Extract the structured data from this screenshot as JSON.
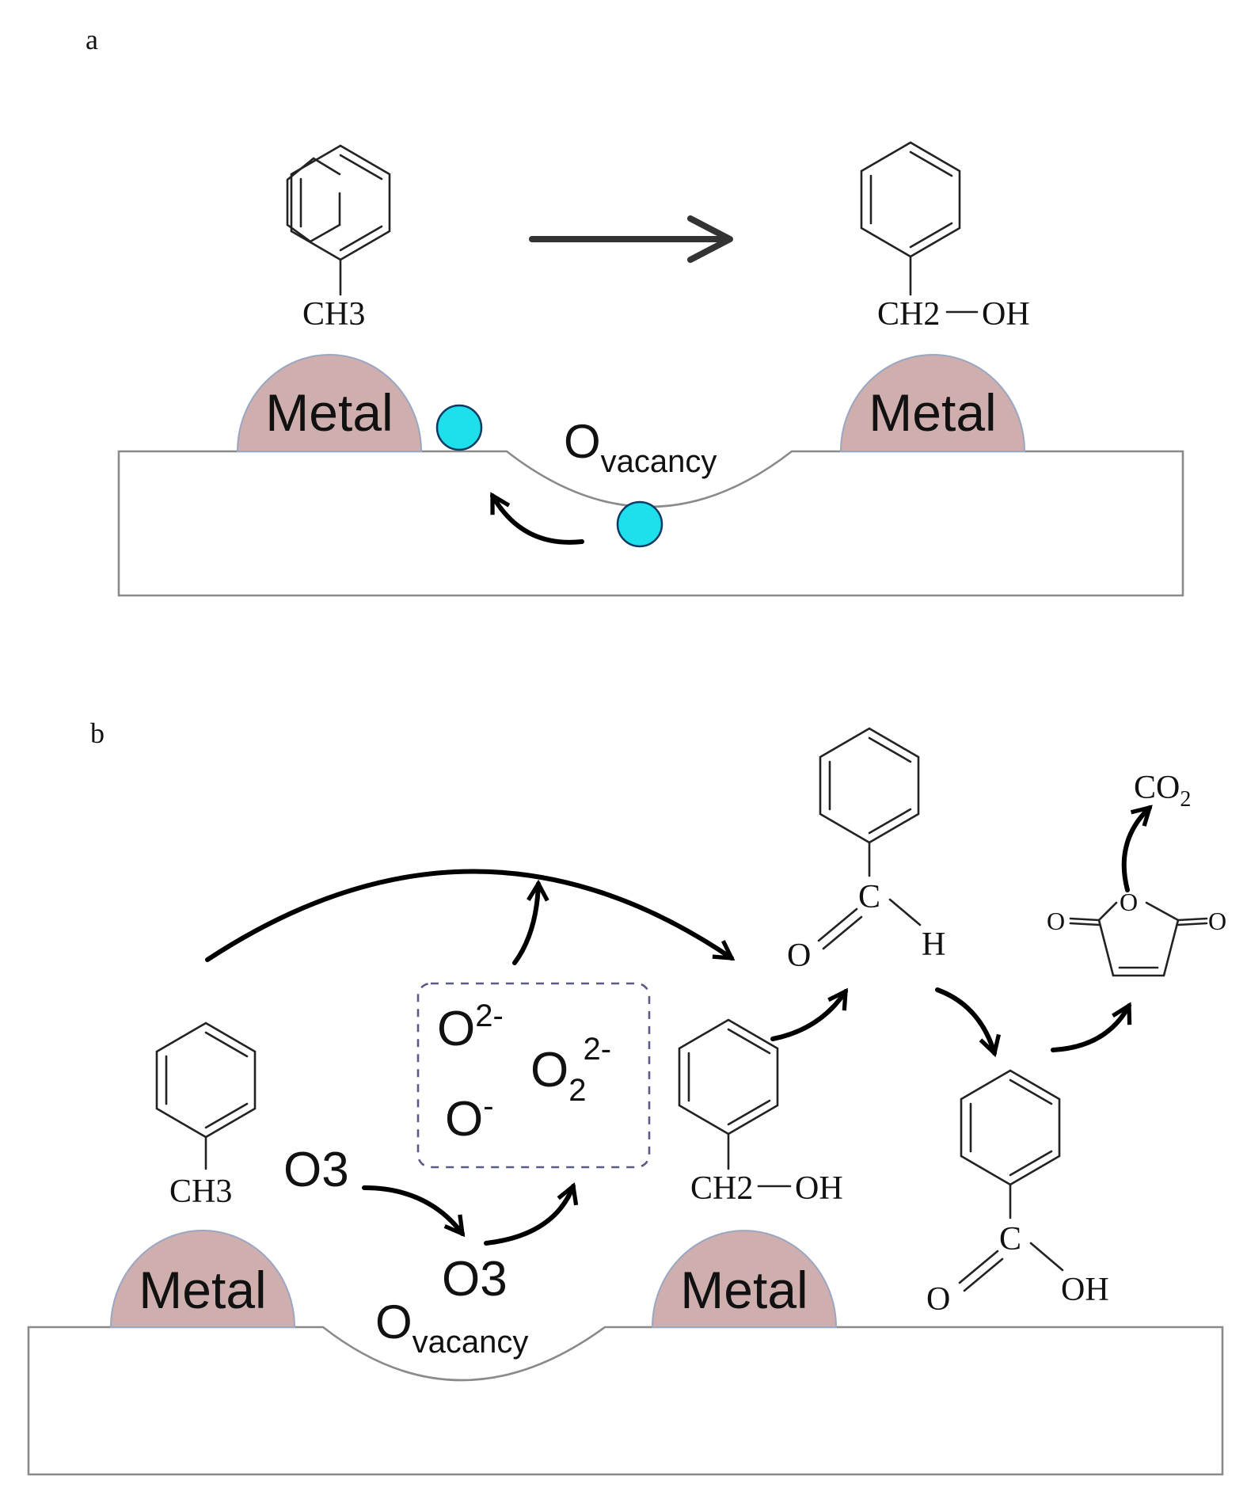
{
  "panel_a": {
    "label": "a",
    "toluene_substituent": "CH3",
    "benzyl_alcohol_left": "CH2",
    "benzyl_alcohol_right": "OH",
    "metal_label": "Metal",
    "vacancy_O": "O",
    "vacancy_sub": "vacancy"
  },
  "panel_b": {
    "label": "b",
    "toluene_substituent": "CH3",
    "metal_label": "Metal",
    "vacancy_O": "O",
    "vacancy_sub": "vacancy",
    "ozone_O": "O",
    "ozone_sub": "3",
    "species": {
      "o2minus": {
        "base": "O",
        "sup": "2-"
      },
      "ominus": {
        "base": "O",
        "sup": "-"
      },
      "o22minus": {
        "base": "O",
        "sub": "2",
        "sup": "2-"
      }
    },
    "benzyl_alcohol_left": "CH2",
    "benzyl_alcohol_right": "OH",
    "benzaldehyde": {
      "carbon": "C",
      "oxygen": "O",
      "hydrogen": "H"
    },
    "benzoic_acid": {
      "carbon": "C",
      "oxygen": "O",
      "hydroxyl": "OH"
    },
    "maleic_anhydride": {
      "oxygen": "O"
    },
    "co2": {
      "base": "CO",
      "sub": "2"
    }
  },
  "colors": {
    "metal": "#cfaeae",
    "oxygen_atom": "#1ee0ea",
    "species_box": "#5a5a88"
  }
}
